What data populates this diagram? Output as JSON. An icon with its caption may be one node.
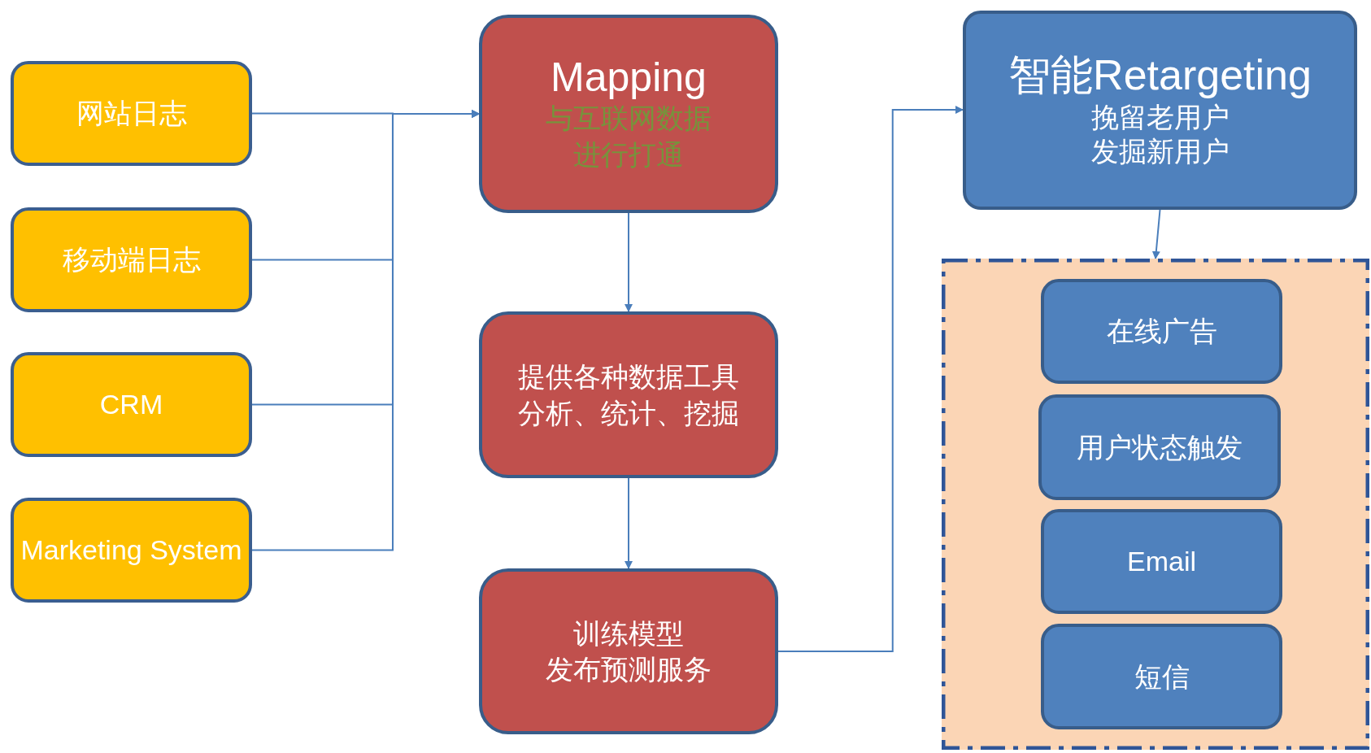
{
  "diagram": {
    "nodes": [
      {
        "text": [
          "网站日志"
        ]
      },
      {
        "text": [
          "移动端日志"
        ]
      },
      {
        "text": [
          "CRM"
        ]
      },
      {
        "text": [
          "Marketing System"
        ]
      },
      {
        "text": [
          "Mapping",
          "与互联网数据进行打通"
        ]
      },
      {
        "text": [
          "提供各种数据工具",
          "分析、统计、挖掘"
        ]
      },
      {
        "text": [
          "训练模型",
          "发布预测服务"
        ]
      },
      {
        "text": [
          "智能Retargeting",
          "挽留老用户",
          "发掘新用户"
        ]
      },
      {
        "text": [],
        "shape": "box"
      },
      {
        "text": [
          "在线广告"
        ],
        "in": 8
      },
      {
        "text": [
          "用户状态触发"
        ],
        "in": 8
      },
      {
        "text": [
          "Email"
        ],
        "in": 8
      },
      {
        "text": [
          "短信"
        ],
        "in": 8
      }
    ],
    "edges": [
      {
        "from": 0,
        "to": 4,
        "arrow": "to"
      },
      {
        "from": 1,
        "to": 4,
        "arrow": "to"
      },
      {
        "from": 2,
        "to": 4,
        "arrow": "to"
      },
      {
        "from": 3,
        "to": 4,
        "arrow": "to"
      },
      {
        "from": 4,
        "to": 5,
        "arrow": "to"
      },
      {
        "from": 5,
        "to": 6,
        "arrow": "to"
      },
      {
        "from": 6,
        "to": 7,
        "arrow": "to"
      },
      {
        "from": 7,
        "to": 8,
        "arrow": "to"
      }
    ]
  }
}
